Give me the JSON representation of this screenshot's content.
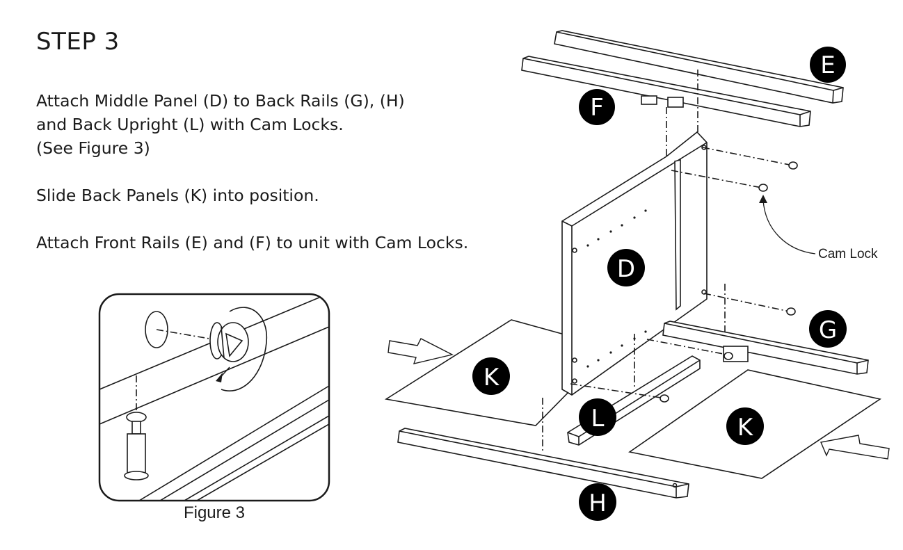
{
  "step": {
    "title": "STEP 3"
  },
  "instructions": [
    [
      "Attach Middle Panel (D) to Back Rails (G), (H)",
      "and Back Upright (L) with Cam Locks.",
      "(See Figure 3)"
    ],
    [
      "Slide Back Panels (K) into position."
    ],
    [
      "Attach Front Rails (E) and (F) to unit with Cam Locks."
    ]
  ],
  "figure": {
    "caption": "Figure 3"
  },
  "callout": {
    "text": "Cam Lock"
  },
  "parts": {
    "E": "E",
    "F": "F",
    "D": "D",
    "G": "G",
    "K1": "K",
    "K2": "K",
    "L": "L",
    "H": "H"
  },
  "colors": {
    "line": "#1a1a1a",
    "badge": "#000000",
    "badge_text": "#ffffff"
  }
}
